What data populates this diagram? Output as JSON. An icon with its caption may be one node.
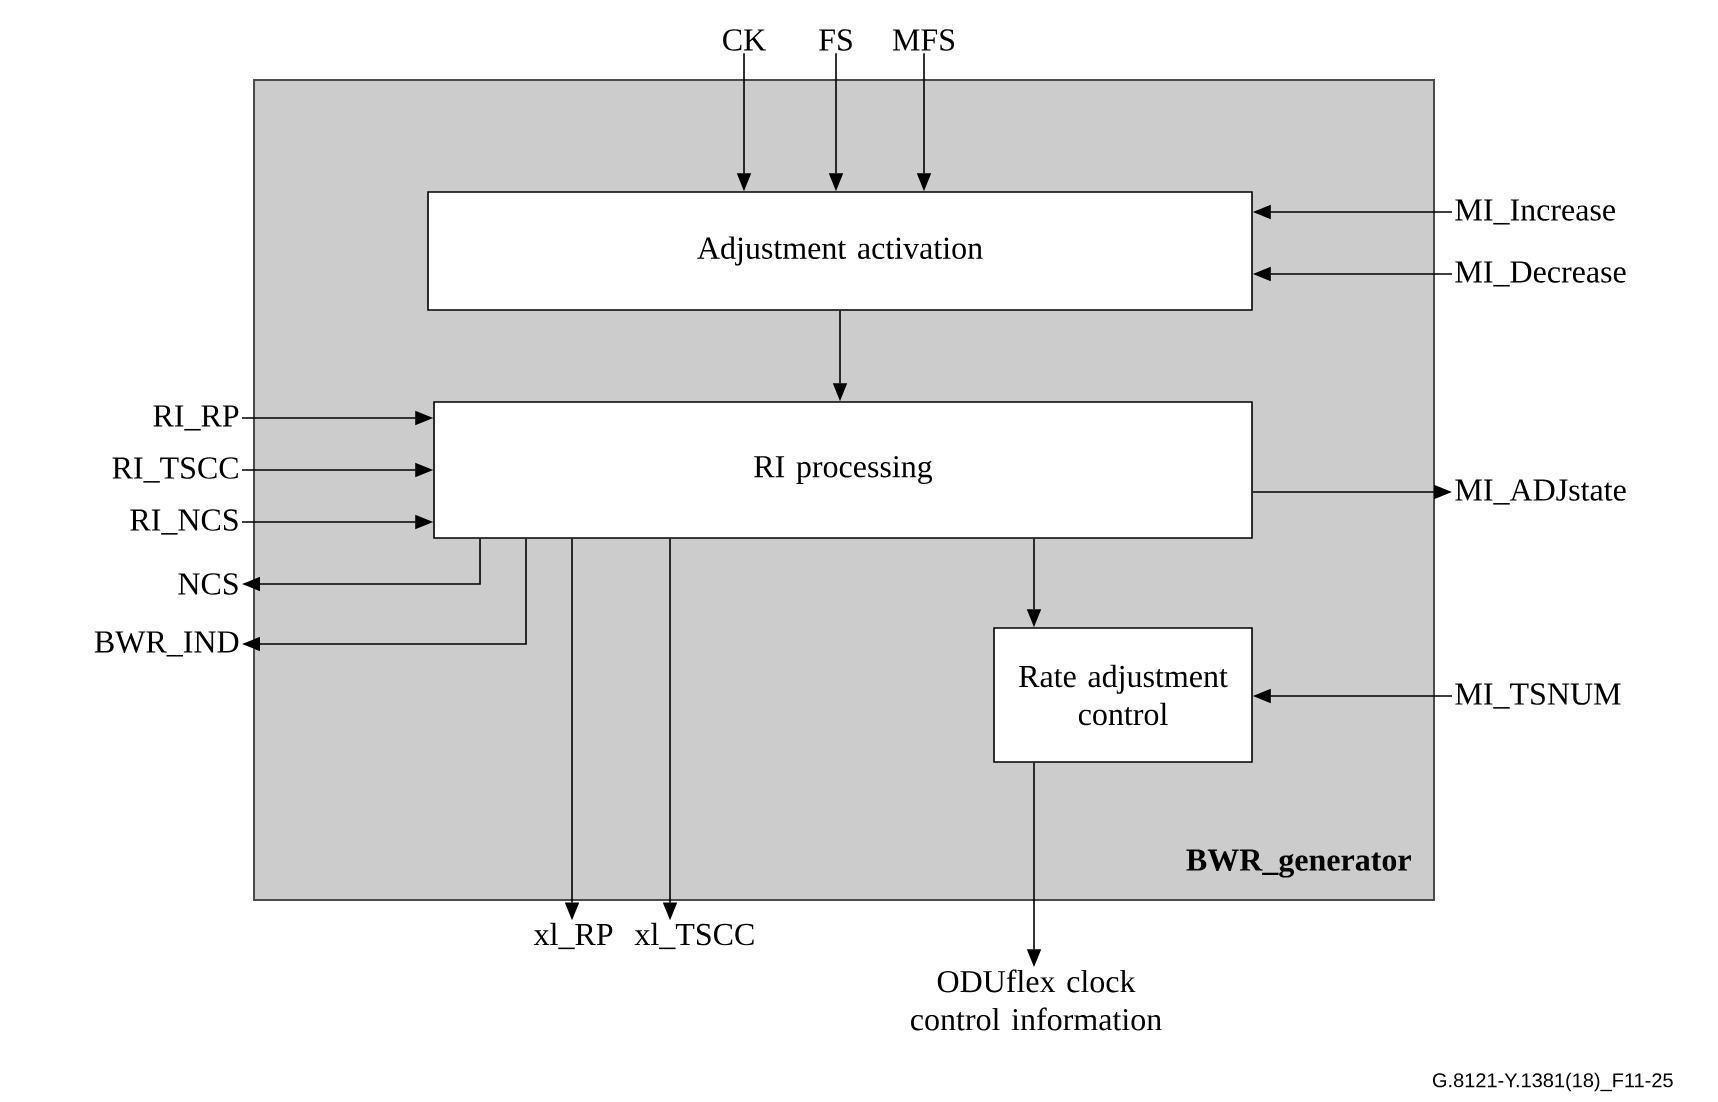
{
  "diagram": {
    "nodes": [
      {
        "text": [
          "BWR_generator"
        ]
      },
      {
        "text": [
          "Adjustment activation"
        ],
        "in": 0
      },
      {
        "text": [
          "RI processing"
        ],
        "in": 0
      },
      {
        "text": [
          "Rate adjustment control"
        ],
        "in": 0
      },
      {
        "text": [
          "CK"
        ]
      },
      {
        "text": [
          "FS"
        ]
      },
      {
        "text": [
          "MFS"
        ]
      },
      {
        "text": [
          "MI_Increase"
        ]
      },
      {
        "text": [
          "MI_Decrease"
        ]
      },
      {
        "text": [
          "RI_RP"
        ]
      },
      {
        "text": [
          "RI_TSCC"
        ]
      },
      {
        "text": [
          "RI_NCS"
        ]
      },
      {
        "text": [
          "MI_ADJstate"
        ]
      },
      {
        "text": [
          "NCS"
        ]
      },
      {
        "text": [
          "BWR_IND"
        ]
      },
      {
        "text": [
          "MI_TSNUM"
        ]
      },
      {
        "text": [
          "xl_RP"
        ]
      },
      {
        "text": [
          "xl_TSCC"
        ]
      },
      {
        "text": [
          "ODUflex clock control information"
        ]
      }
    ],
    "edges": [
      {
        "from": 4,
        "to": 1,
        "arrow": "to"
      },
      {
        "from": 5,
        "to": 1,
        "arrow": "to"
      },
      {
        "from": 6,
        "to": 1,
        "arrow": "to"
      },
      {
        "from": 7,
        "to": 1,
        "arrow": "to"
      },
      {
        "from": 8,
        "to": 1,
        "arrow": "to"
      },
      {
        "from": 1,
        "to": 2,
        "arrow": "to"
      },
      {
        "from": 9,
        "to": 2,
        "arrow": "to"
      },
      {
        "from": 10,
        "to": 2,
        "arrow": "to"
      },
      {
        "from": 11,
        "to": 2,
        "arrow": "to"
      },
      {
        "from": 2,
        "to": 12,
        "arrow": "to"
      },
      {
        "from": 2,
        "to": 13,
        "arrow": "to"
      },
      {
        "from": 2,
        "to": 14,
        "arrow": "to"
      },
      {
        "from": 2,
        "to": 3,
        "arrow": "to"
      },
      {
        "from": 15,
        "to": 3,
        "arrow": "to"
      },
      {
        "from": 2,
        "to": 16,
        "arrow": "to"
      },
      {
        "from": 2,
        "to": 17,
        "arrow": "to"
      },
      {
        "from": 3,
        "to": 18,
        "arrow": "to"
      }
    ],
    "labels": [
      "G.8121-Y.1381(18)_F11-25"
    ]
  }
}
